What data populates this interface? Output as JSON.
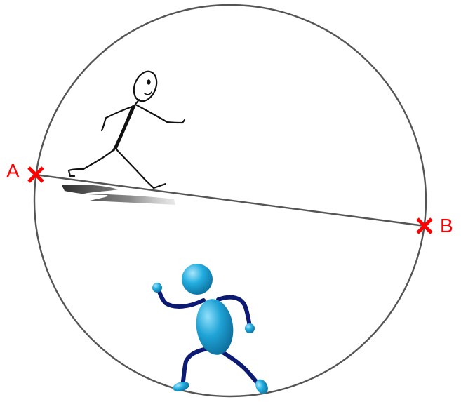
{
  "diagram": {
    "points": [
      {
        "id": "A",
        "label": "A"
      },
      {
        "id": "B",
        "label": "B"
      }
    ],
    "marker": "cross-mark",
    "figures": [
      "sketch-runner",
      "blue-3d-runner"
    ],
    "colors": {
      "circle": "#555555",
      "chord": "#555555",
      "marker": "#ff0000",
      "label": "#ff0000",
      "sketch": "#111111",
      "blue_body": "#1fa3d6",
      "blue_limbs": "#0d1a73"
    }
  }
}
